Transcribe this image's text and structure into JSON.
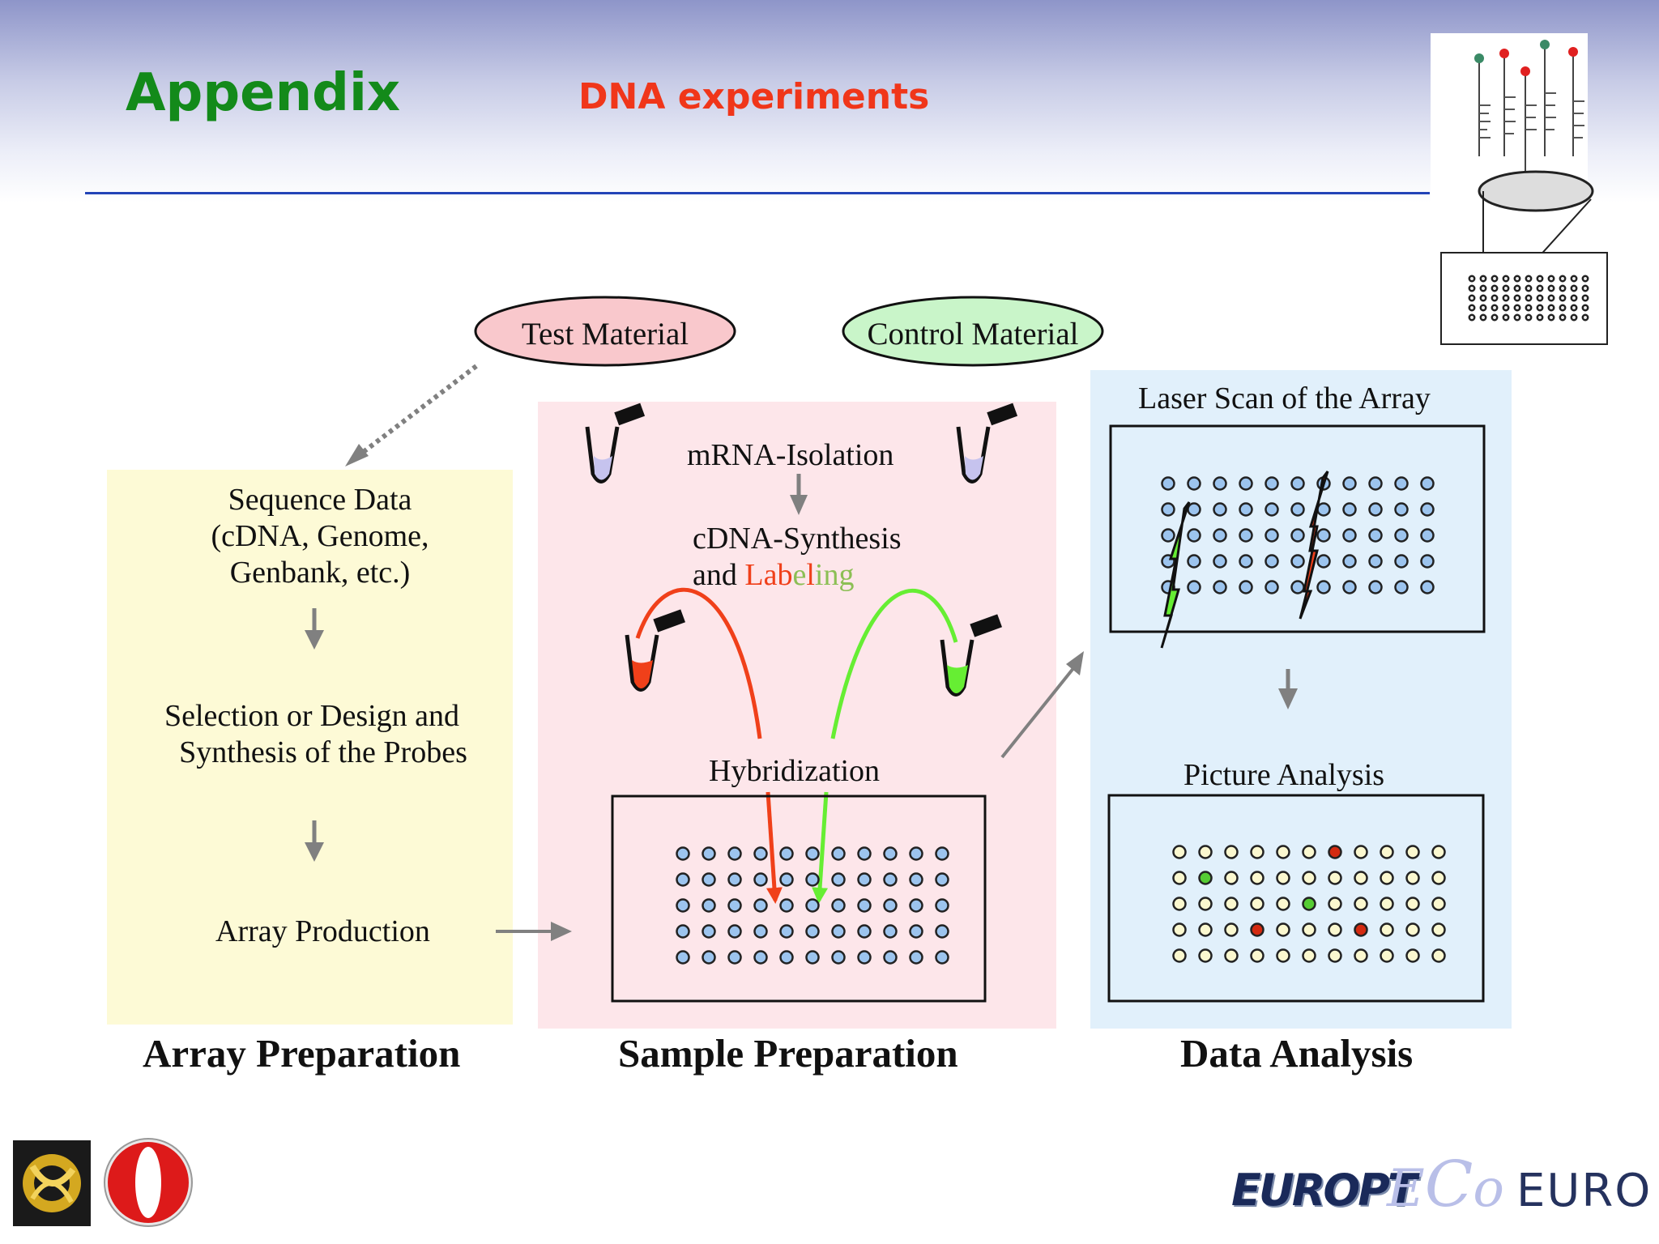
{
  "header": {
    "title": "Appendix",
    "subtitle": "DNA experiments"
  },
  "materials": {
    "test": "Test Material",
    "control": "Control Material"
  },
  "array_prep": {
    "sequence_line1": "Sequence Data",
    "sequence_line2": "(cDNA, Genome,",
    "sequence_line3": "Genbank, etc.)",
    "selection_line1": "Selection or Design and",
    "selection_line2": "Synthesis of the Probes",
    "production": "Array Production",
    "label": "Array Preparation"
  },
  "sample_prep": {
    "mrna": "mRNA-Isolation",
    "cdna": "cDNA-Synthesis",
    "labeling_prefix": "and ",
    "labeling_word": "Labeling",
    "hybridization": "Hybridization",
    "label": "Sample Preparation"
  },
  "data_analysis": {
    "laser": "Laser Scan of the Array",
    "picture": "Picture Analysis",
    "label": "Data Analysis"
  },
  "logos": {
    "europt": "EUROPT",
    "euro": "EURO",
    "ec_e": "E",
    "ec_c": "C",
    "ec_o": "o"
  },
  "colors": {
    "title": "#138a1a",
    "subtitle": "#f0361a",
    "rule": "#2344b7",
    "test_fill": "#f9c8cc",
    "control_fill": "#c9f5c9",
    "red_dye": "#f0401a",
    "green_dye": "#66ee33",
    "well": "#9cc4ee"
  }
}
